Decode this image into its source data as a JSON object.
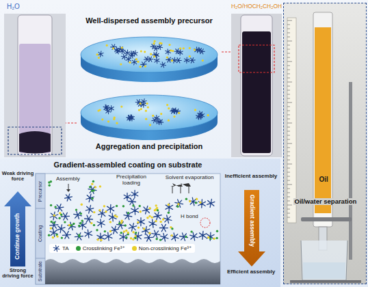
{
  "diagram": {
    "nodes": [
      {
        "text": [
          "H₂O"
        ]
      },
      {
        "text": [
          "Well-dispersed assembly precursor"
        ]
      },
      {
        "text": [
          "H₂O/HOCH₂CH₂OH"
        ]
      },
      {
        "text": [
          "Aggregation and precipitation"
        ]
      },
      {
        "text": [
          "Oil",
          "Oil/water separation"
        ]
      },
      {
        "text": [
          "Gradient-assembled coating on substrate"
        ]
      },
      {
        "text": [
          "Continue growth"
        ],
        "in": 5
      },
      {
        "text": [
          "Gradient assembly"
        ],
        "in": 5
      }
    ],
    "edges": [
      {
        "from": 1,
        "to": 2,
        "arrow": "none"
      },
      {
        "from": 3,
        "to": 0,
        "arrow": "none"
      }
    ],
    "labels": [
      "Weak driving force",
      "Strong driving force",
      "Inefficient assembly",
      "Efficient assembly",
      "Precursor",
      "Coating",
      "Substrate",
      "Assembly",
      "Precipitation loading",
      "Solvent evaporation",
      "H bond"
    ],
    "legend": [
      {
        "text": "TA"
      },
      {
        "text": "Crosslinking Fe³⁺",
        "color": "#2f9a3c"
      },
      {
        "text": "Non-crosslinking Fe³⁺",
        "color": "#e8cf2a"
      }
    ]
  }
}
